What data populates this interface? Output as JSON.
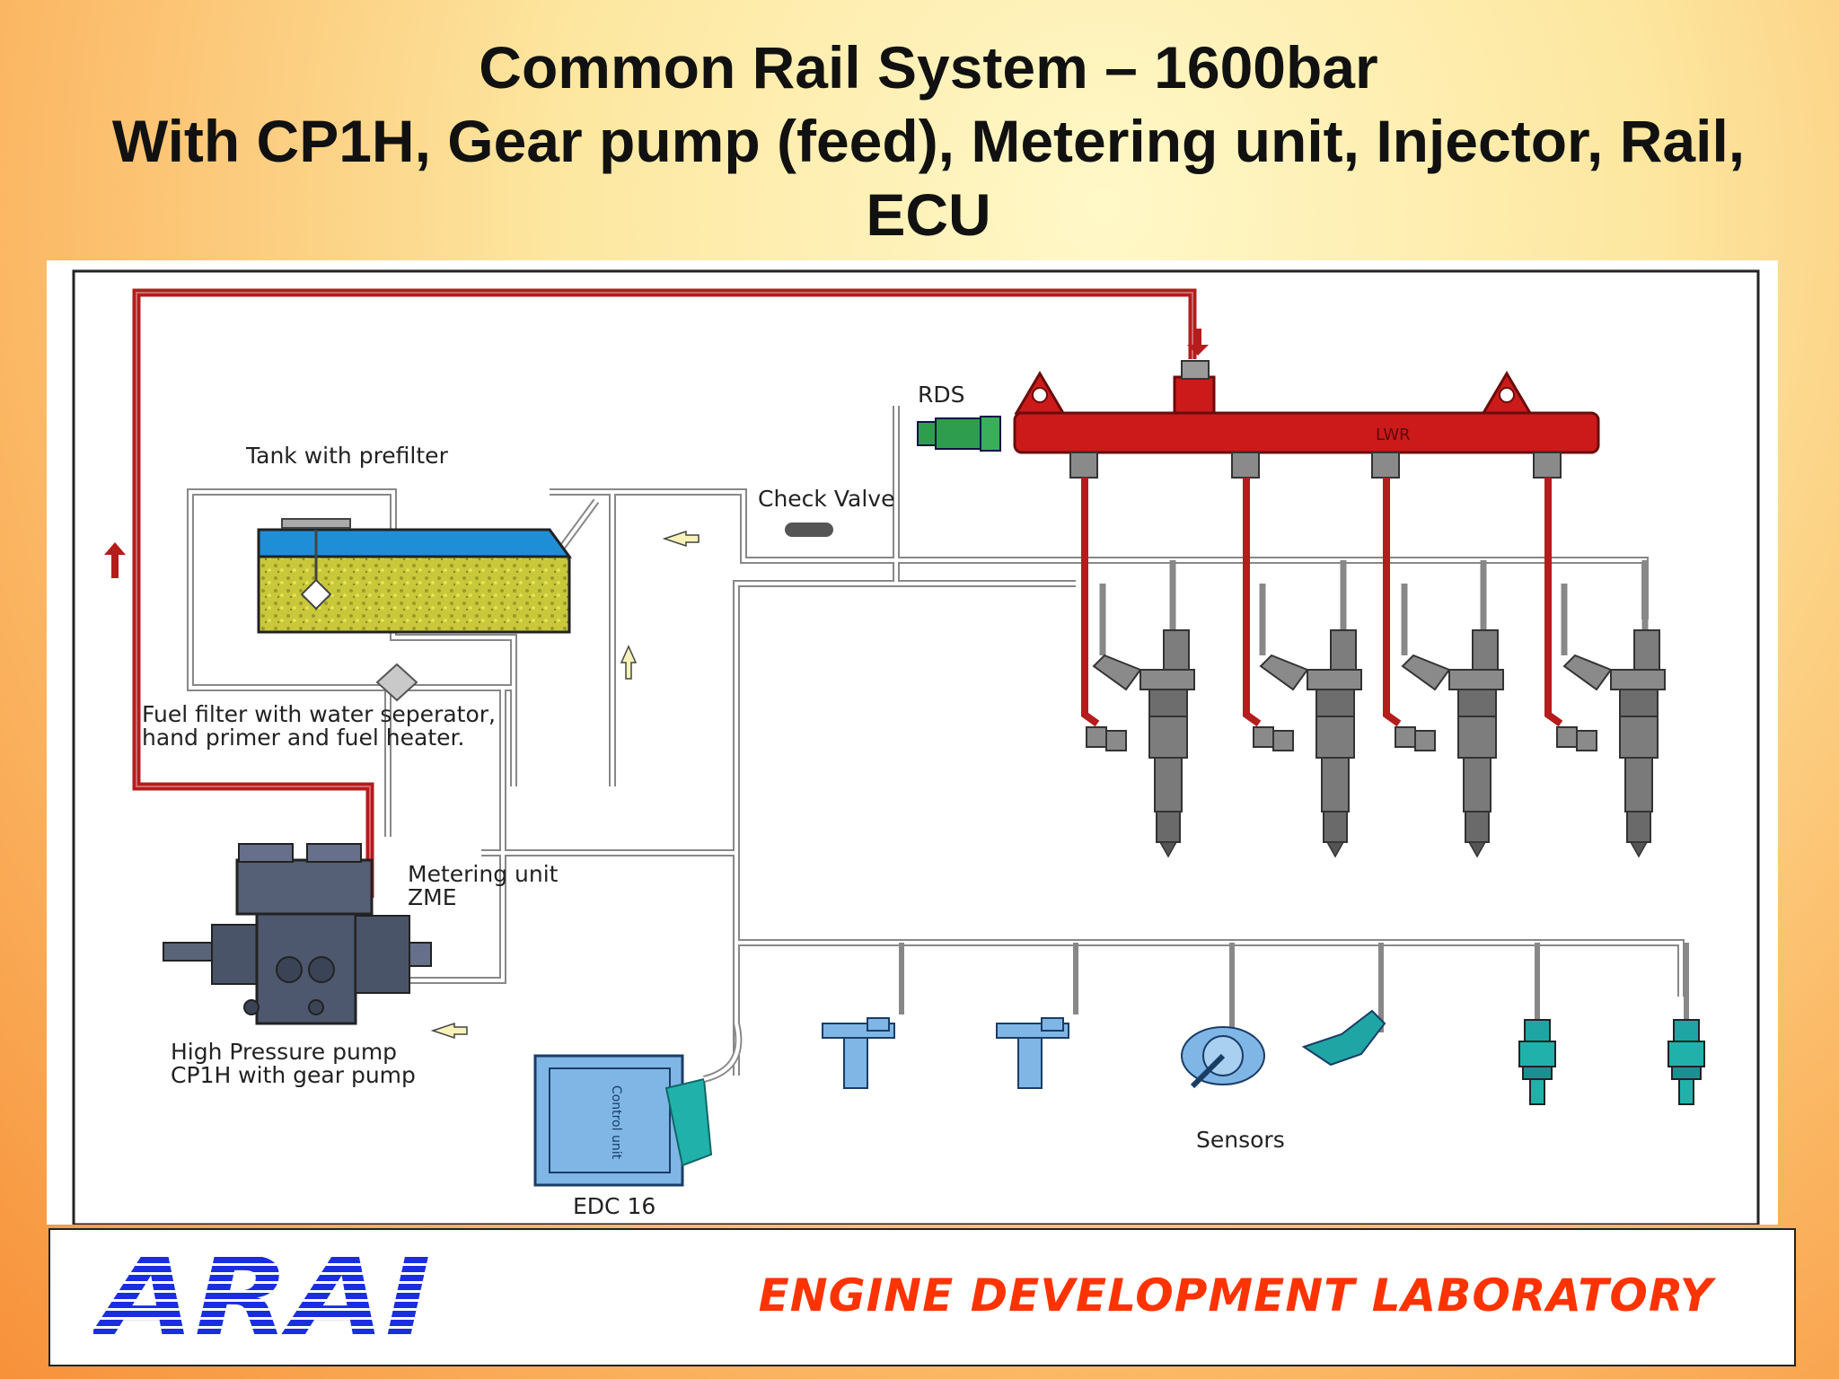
{
  "slide": {
    "title_lines": [
      "Common Rail System – 1600bar",
      "With CP1H, Gear pump (feed), Metering unit, Injector, Rail,",
      "ECU"
    ]
  },
  "diagram": {
    "labels": {
      "rds": "RDS",
      "tank": "Tank with prefilter",
      "check_valve": "Check Valve",
      "filter_line1": "Fuel filter with water seperator,",
      "filter_line2": "hand primer and fuel heater.",
      "metering_line1": "Metering unit",
      "metering_line2": "ZME",
      "pump_line1": "High Pressure pump",
      "pump_line2": "CP1H with gear pump",
      "ecu_text": "Control unit",
      "ecu_name": "EDC 16",
      "sensors": "Sensors",
      "rail_mark": "LWR"
    },
    "colors": {
      "rail": "#cc1a1a",
      "hp_line": "#b51c1c",
      "fuel_tank_top": "#1e8fd6",
      "fuel_tank_fill": "#c9c83a",
      "injector": "#7a7a7a",
      "sensor": "#7fb6e6",
      "ecu": "#7fb6e6",
      "connector": "#20b2aa",
      "rds_sensor": "#2e9e4e"
    }
  },
  "footer": {
    "logo_text": "ARAI",
    "lab_name": "ENGINE DEVELOPMENT LABORATORY",
    "colors": {
      "logo": "#1a2ee0",
      "lab": "#ff3300"
    }
  }
}
